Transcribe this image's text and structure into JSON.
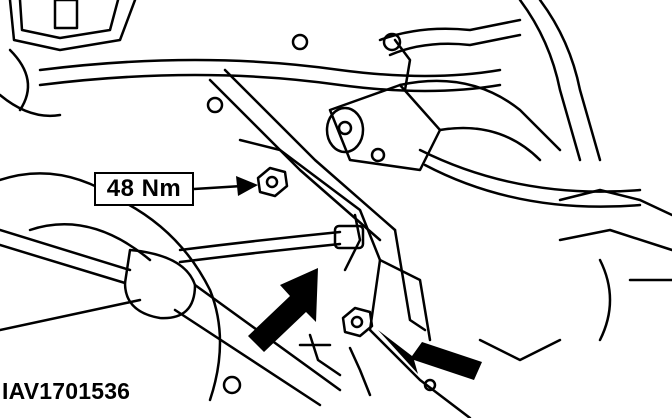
{
  "callout": {
    "torque_label": "48 Nm"
  },
  "figure": {
    "reference_code": "IAV1701536"
  },
  "colors": {
    "ink": "#000000",
    "paper": "#ffffff"
  },
  "icons": [
    "leader-arrow",
    "bolt-head",
    "pointer-arrow"
  ]
}
